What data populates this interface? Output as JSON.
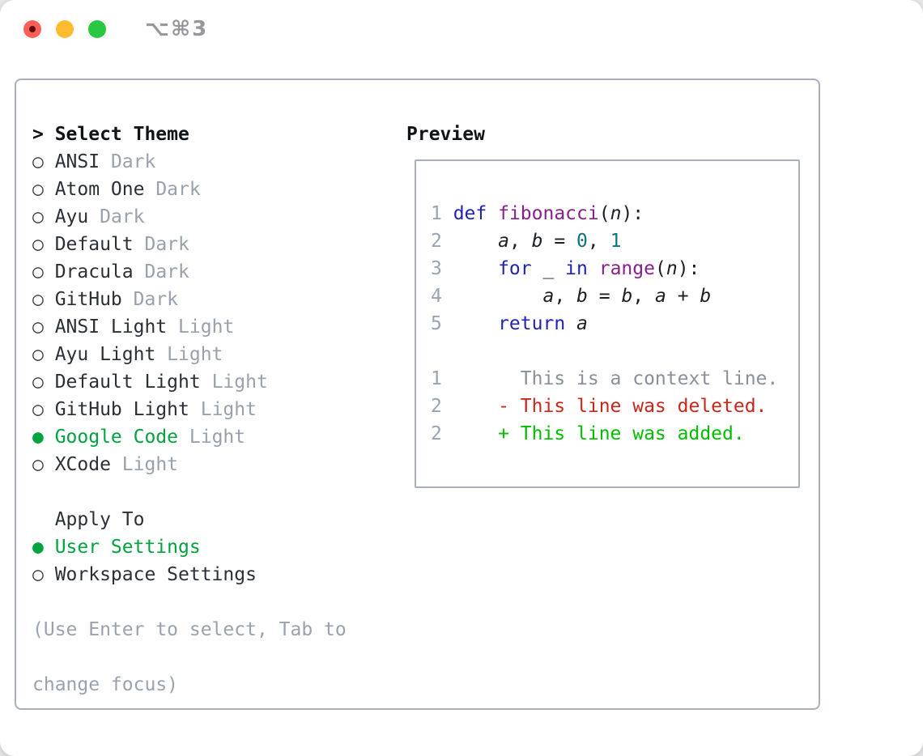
{
  "window": {
    "title": "⌥⌘3"
  },
  "colors": {
    "selected_green": "#00a33d",
    "keyword_blue": "#2024b4",
    "function_purple": "#871f8f",
    "literal_teal": "#0e7580",
    "deleted_red": "#c9271a",
    "added_green": "#00bd00",
    "muted_gray": "#98a1ac",
    "border_gray": "#a9b0bb"
  },
  "theme_picker": {
    "header_marker": ">",
    "header": "Select Theme",
    "themes": [
      {
        "marker": "○",
        "name": "ANSI",
        "tag": "Dark",
        "state": "normal"
      },
      {
        "marker": "○",
        "name": "Atom One",
        "tag": "Dark",
        "state": "normal"
      },
      {
        "marker": "○",
        "name": "Ayu",
        "tag": "Dark",
        "state": "normal"
      },
      {
        "marker": "○",
        "name": "Default",
        "tag": "Dark",
        "state": "normal"
      },
      {
        "marker": "○",
        "name": "Dracula",
        "tag": "Dark",
        "state": "normal"
      },
      {
        "marker": "○",
        "name": "GitHub",
        "tag": "Dark",
        "state": "normal"
      },
      {
        "marker": "○",
        "name": "ANSI Light",
        "tag": "Light",
        "state": "normal"
      },
      {
        "marker": "○",
        "name": "Ayu Light",
        "tag": "Light",
        "state": "normal"
      },
      {
        "marker": "○",
        "name": "Default Light",
        "tag": "Light",
        "state": "normal"
      },
      {
        "marker": "○",
        "name": "GitHub Light",
        "tag": "Light",
        "state": "normal"
      },
      {
        "marker": "●",
        "name": "Google Code",
        "tag": "Light",
        "state": "selected"
      },
      {
        "marker": "○",
        "name": "XCode",
        "tag": "Light",
        "state": "normal"
      }
    ]
  },
  "apply_to": {
    "header": "Apply To",
    "options": [
      {
        "marker": "●",
        "label": "User Settings",
        "state": "selected"
      },
      {
        "marker": "○",
        "label": "Workspace Settings",
        "state": "normal"
      }
    ]
  },
  "help": {
    "line1": "(Use Enter to select, Tab to",
    "line2": "change focus)"
  },
  "preview": {
    "header": "Preview",
    "code_lines": [
      {
        "num": "1",
        "segs": [
          {
            "t": "def",
            "c": "kw"
          },
          {
            "t": " ",
            "c": "pl"
          },
          {
            "t": "fibonacci",
            "c": "fn"
          },
          {
            "t": "(",
            "c": "pl"
          },
          {
            "t": "n",
            "c": "var"
          },
          {
            "t": "):",
            "c": "pl"
          }
        ]
      },
      {
        "num": "2",
        "segs": [
          {
            "t": "    ",
            "c": "pl"
          },
          {
            "t": "a",
            "c": "var"
          },
          {
            "t": ", ",
            "c": "pl"
          },
          {
            "t": "b",
            "c": "var"
          },
          {
            "t": " = ",
            "c": "pl"
          },
          {
            "t": "0",
            "c": "num"
          },
          {
            "t": ", ",
            "c": "pl"
          },
          {
            "t": "1",
            "c": "num"
          }
        ]
      },
      {
        "num": "3",
        "segs": [
          {
            "t": "    ",
            "c": "pl"
          },
          {
            "t": "for",
            "c": "kw"
          },
          {
            "t": " _ ",
            "c": "pl"
          },
          {
            "t": "in",
            "c": "kw"
          },
          {
            "t": " ",
            "c": "pl"
          },
          {
            "t": "range",
            "c": "fn"
          },
          {
            "t": "(",
            "c": "pl"
          },
          {
            "t": "n",
            "c": "var"
          },
          {
            "t": "):",
            "c": "pl"
          }
        ]
      },
      {
        "num": "4",
        "segs": [
          {
            "t": "        ",
            "c": "pl"
          },
          {
            "t": "a",
            "c": "var"
          },
          {
            "t": ", ",
            "c": "pl"
          },
          {
            "t": "b",
            "c": "var"
          },
          {
            "t": " = ",
            "c": "pl"
          },
          {
            "t": "b",
            "c": "var"
          },
          {
            "t": ", ",
            "c": "pl"
          },
          {
            "t": "a",
            "c": "var"
          },
          {
            "t": " + ",
            "c": "pl"
          },
          {
            "t": "b",
            "c": "var"
          }
        ]
      },
      {
        "num": "5",
        "segs": [
          {
            "t": "    ",
            "c": "pl"
          },
          {
            "t": "return",
            "c": "kw"
          },
          {
            "t": " ",
            "c": "pl"
          },
          {
            "t": "a",
            "c": "var"
          }
        ]
      }
    ],
    "diff_lines": [
      {
        "num": "1",
        "segs": [
          {
            "t": "      This is a context line.",
            "c": "ctx"
          }
        ]
      },
      {
        "num": "2",
        "segs": [
          {
            "t": "    - This line was deleted.",
            "c": "del"
          }
        ]
      },
      {
        "num": "2",
        "segs": [
          {
            "t": "    + This line was added.",
            "c": "add"
          }
        ]
      }
    ]
  }
}
